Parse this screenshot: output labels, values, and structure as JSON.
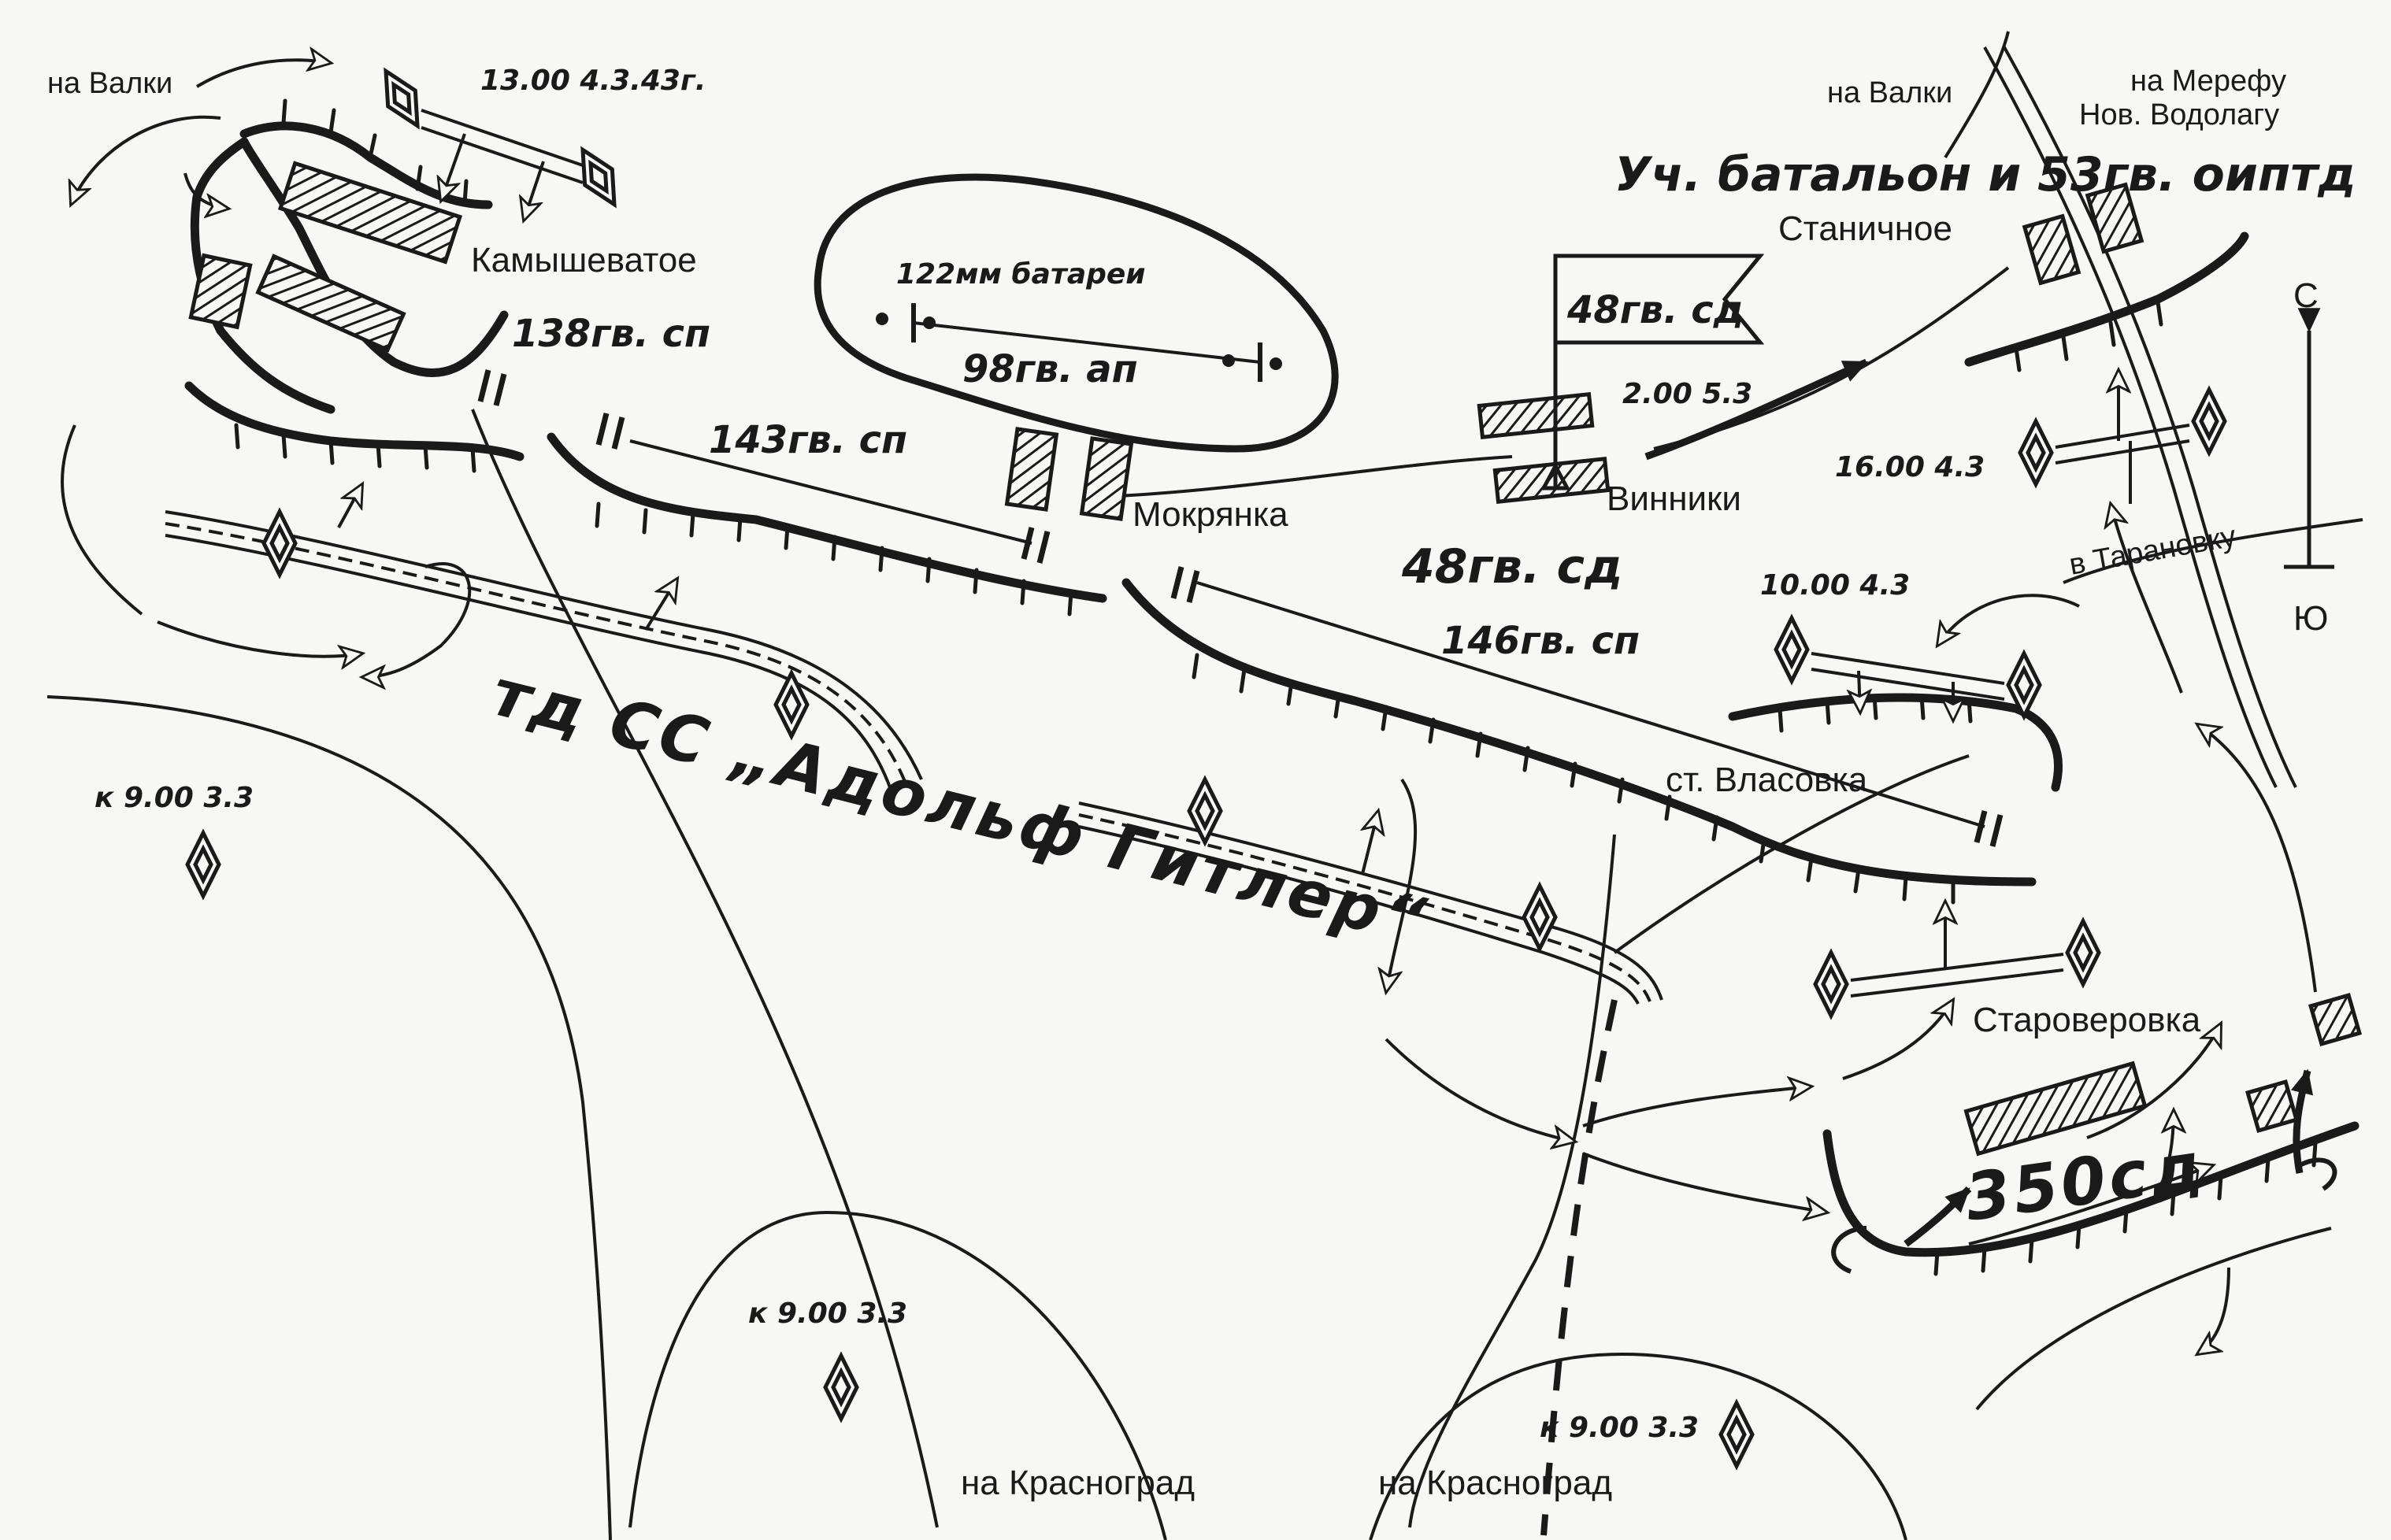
{
  "places": {
    "kamyshevatoe": "Камышеватое",
    "mokryanka": "Мокрянка",
    "vinniki": "Винники",
    "stanichnoe": "Станичное",
    "vlasovka": "ст. Власовка",
    "staroverovka": "Староверовка"
  },
  "directions": {
    "valki_left": "на Валки",
    "valki_right": "на Валки",
    "merefa_line1": "на Мерефу",
    "merefa_line2": "Нов. Водолагу",
    "taranovka": "в Тарановку",
    "krasnograd_1": "на Красноград",
    "krasnograd_2": "на Красноград"
  },
  "units": {
    "gv138": "138гв. сп",
    "gv143": "143гв. сп",
    "gv146": "146гв. сп",
    "gv48_flag": "48гв. сд",
    "gv48": "48гв. сд",
    "artillery_top": "122мм батареи",
    "artillery_bottom": "98гв. ап",
    "training": "Уч. батальон и 53гв. оиптд",
    "sd350": "350сд",
    "enemy": "тд СС „Адольф Гитлер“"
  },
  "times": {
    "t_1300": "13.00 4.3.43г.",
    "t_0200": "2.00 5.3",
    "t_1600": "16.00 4.3",
    "t_1000": "10.00 4.3",
    "k900_a": "к 9.00 3.3",
    "k900_b": "к 9.00 3.3",
    "k900_c": "к 9.00 3.3"
  },
  "compass": {
    "north": "С",
    "south": "Ю"
  },
  "colors": {
    "ink": "#1a1a1a",
    "paper": "#f7f7f5"
  }
}
